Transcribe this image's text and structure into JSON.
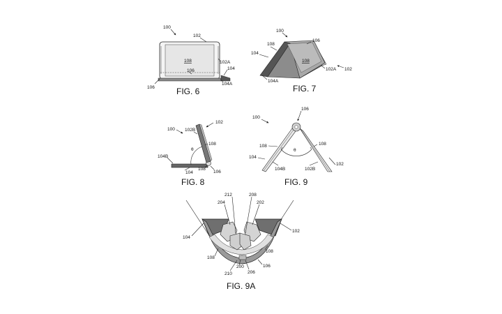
{
  "figures": [
    {
      "id": "fig6",
      "label": "FIG. 6",
      "refs": [
        "100",
        "102",
        "108",
        "102A",
        "104",
        "106",
        "104A",
        "106"
      ]
    },
    {
      "id": "fig7",
      "label": "FIG. 7",
      "refs": [
        "100",
        "108",
        "106",
        "104",
        "108",
        "102A",
        "102",
        "104A"
      ]
    },
    {
      "id": "fig8",
      "label": "FIG. 8",
      "refs": [
        "100",
        "102B",
        "102",
        "108",
        "θ",
        "104B",
        "104",
        "108",
        "106"
      ]
    },
    {
      "id": "fig9",
      "label": "FIG. 9",
      "refs": [
        "106",
        "100",
        "108",
        "108",
        "θ",
        "104",
        "104B",
        "102B",
        "102"
      ]
    },
    {
      "id": "fig9a",
      "label": "FIG. 9A",
      "refs": [
        "212",
        "208",
        "204",
        "202",
        "104",
        "102",
        "108",
        "108",
        "200",
        "106",
        "210",
        "206"
      ]
    }
  ],
  "colors": {
    "ink": "#222222",
    "dark_fill": "#6f6f6f",
    "mid_fill": "#9a9a9a",
    "light_fill": "#d9d9d9"
  }
}
